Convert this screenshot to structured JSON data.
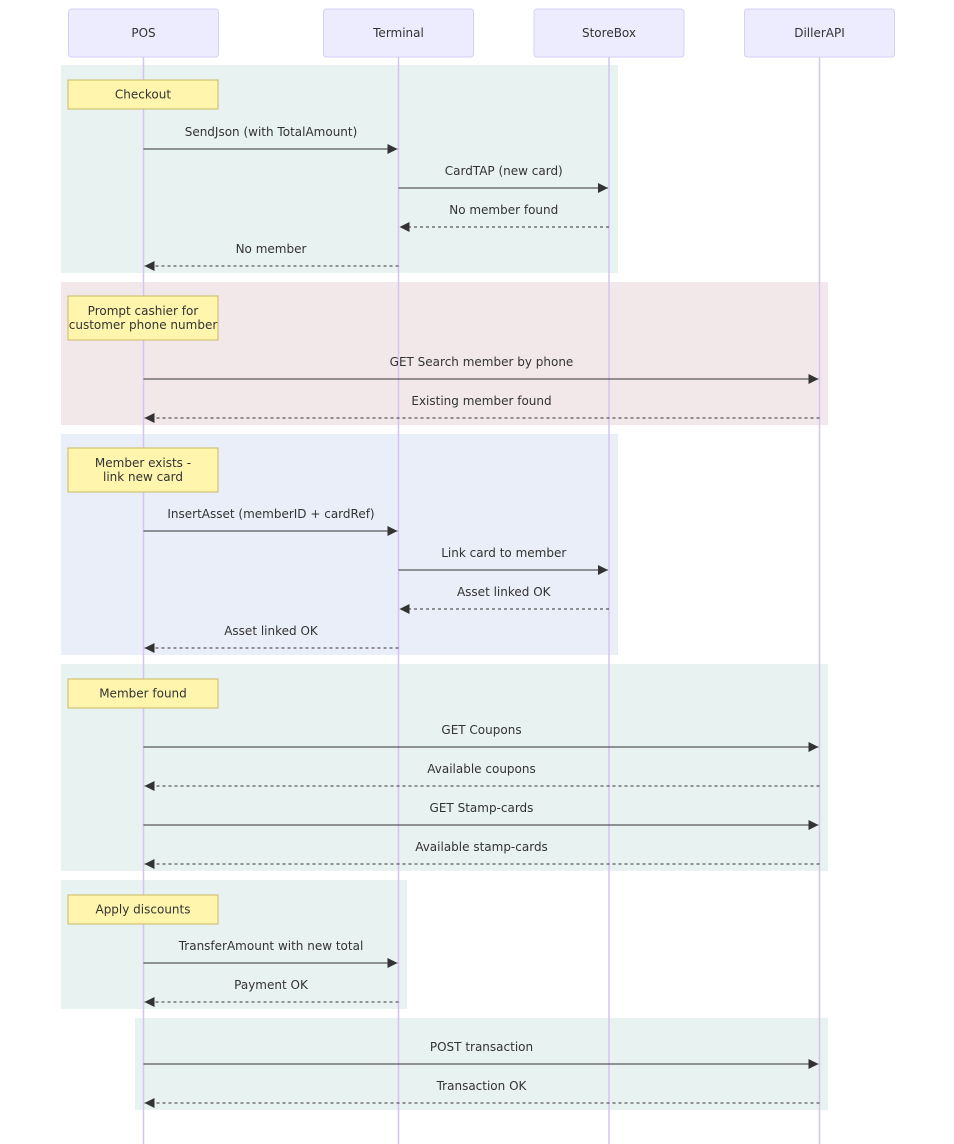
{
  "participants": [
    {
      "id": "pos",
      "label": "POS"
    },
    {
      "id": "terminal",
      "label": "Terminal"
    },
    {
      "id": "storebox",
      "label": "StoreBox"
    },
    {
      "id": "diller",
      "label": "DillerAPI"
    }
  ],
  "colors": {
    "participant_fill": "#ececfe",
    "participant_stroke": "#d5cff5",
    "lifeline": "#d4c3f4",
    "note_fill": "#fff5ad",
    "note_stroke": "#c8bb64",
    "arrow": "#333333",
    "rect_green": "#e8f2f0",
    "rect_red": "#f2e8ea",
    "rect_blue": "#eaeef9"
  },
  "sections": [
    {
      "color": "green",
      "note": [
        "Checkout"
      ],
      "messages": [
        {
          "from": "pos",
          "to": "terminal",
          "text": "SendJson (with TotalAmount)",
          "dashed": false
        },
        {
          "from": "terminal",
          "to": "storebox",
          "text": "CardTAP (new card)",
          "dashed": false
        },
        {
          "from": "storebox",
          "to": "terminal",
          "text": "No member found",
          "dashed": true
        },
        {
          "from": "terminal",
          "to": "pos",
          "text": "No member",
          "dashed": true
        }
      ]
    },
    {
      "color": "red",
      "note": [
        "Prompt cashier for",
        "customer phone number"
      ],
      "messages": [
        {
          "from": "pos",
          "to": "diller",
          "text": "GET Search member by phone",
          "dashed": false
        },
        {
          "from": "diller",
          "to": "pos",
          "text": "Existing member found",
          "dashed": true
        }
      ]
    },
    {
      "color": "blue",
      "note": [
        "Member exists -",
        "link new card"
      ],
      "messages": [
        {
          "from": "pos",
          "to": "terminal",
          "text": "InsertAsset (memberID + cardRef)",
          "dashed": false
        },
        {
          "from": "terminal",
          "to": "storebox",
          "text": "Link card to member",
          "dashed": false
        },
        {
          "from": "storebox",
          "to": "terminal",
          "text": "Asset linked OK",
          "dashed": true
        },
        {
          "from": "terminal",
          "to": "pos",
          "text": "Asset linked OK",
          "dashed": true
        }
      ]
    },
    {
      "color": "green",
      "note": [
        "Member found"
      ],
      "messages": [
        {
          "from": "pos",
          "to": "diller",
          "text": "GET Coupons",
          "dashed": false
        },
        {
          "from": "diller",
          "to": "pos",
          "text": "Available coupons",
          "dashed": true
        },
        {
          "from": "pos",
          "to": "diller",
          "text": "GET Stamp-cards",
          "dashed": false
        },
        {
          "from": "diller",
          "to": "pos",
          "text": "Available stamp-cards",
          "dashed": true
        }
      ]
    },
    {
      "color": "green",
      "note": [
        "Apply discounts"
      ],
      "messages": [
        {
          "from": "pos",
          "to": "terminal",
          "text": "TransferAmount with new total",
          "dashed": false
        },
        {
          "from": "terminal",
          "to": "pos",
          "text": "Payment OK",
          "dashed": true
        }
      ]
    },
    {
      "color": "green",
      "note": [],
      "messages": [
        {
          "from": "pos",
          "to": "diller",
          "text": "POST transaction",
          "dashed": false
        },
        {
          "from": "diller",
          "to": "pos",
          "text": "Transaction OK",
          "dashed": true
        }
      ]
    }
  ]
}
